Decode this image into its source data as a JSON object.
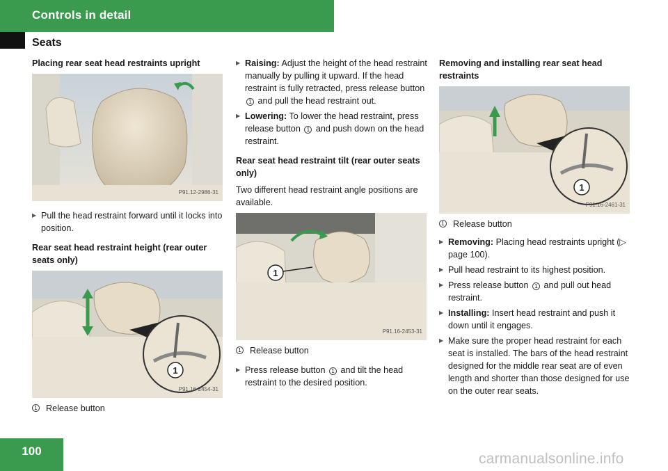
{
  "header": {
    "title": "Controls in detail",
    "section": "Seats"
  },
  "footer": {
    "page_number": "100",
    "watermark": "carmanualsonline.info"
  },
  "col1": {
    "heading1": "Placing rear seat head restraints upright",
    "fig1_code": "P91.12-2986-31",
    "bullet1": "Pull the head restraint forward until it locks into position.",
    "heading2": "Rear seat head restraint height (rear outer seats only)",
    "fig2_code": "P91.16-2454-31",
    "fig2_callout": "1",
    "caption_num": "1",
    "caption": "Release button"
  },
  "col2": {
    "raising_label": "Raising:",
    "raising_text_a": " Adjust the height of the head restraint manually by pulling it upward. If the head restraint is fully retracted, press release button ",
    "raising_num": "1",
    "raising_text_b": " and pull the head restraint out.",
    "lowering_label": "Lowering:",
    "lowering_text_a": " To lower the head restraint, press release button ",
    "lowering_num": "1",
    "lowering_text_b": " and push down on the head restraint.",
    "heading": "Rear seat head restraint tilt (rear outer seats only)",
    "para": "Two different head restraint angle positions are available.",
    "fig_code": "P91.16-2453-31",
    "fig_callout": "1",
    "caption_num": "1",
    "caption": "Release button",
    "bullet_text_a": "Press release button ",
    "bullet_num": "1",
    "bullet_text_b": " and tilt the head restraint to the desired position."
  },
  "col3": {
    "heading": "Removing and installing rear seat head restraints",
    "fig_code": "P91.16-2461-31",
    "fig_callout": "1",
    "caption_num": "1",
    "caption": "Release button",
    "removing_label": "Removing:",
    "removing_text_a": " Placing head restraints upright (",
    "removing_arrow": "▷",
    "removing_text_b": " page 100).",
    "bullet2": "Pull head restraint to its highest position.",
    "bullet3_a": "Press release button ",
    "bullet3_num": "1",
    "bullet3_b": " and pull out head restraint.",
    "installing_label": "Installing:",
    "installing_text": " Insert head restraint and push it down until it engages.",
    "bullet5": "Make sure the proper head restraint for each seat is installed. The bars of the head restraint designed for the middle rear seat are of even length and shorter than those designed for use on the outer rear seats."
  }
}
